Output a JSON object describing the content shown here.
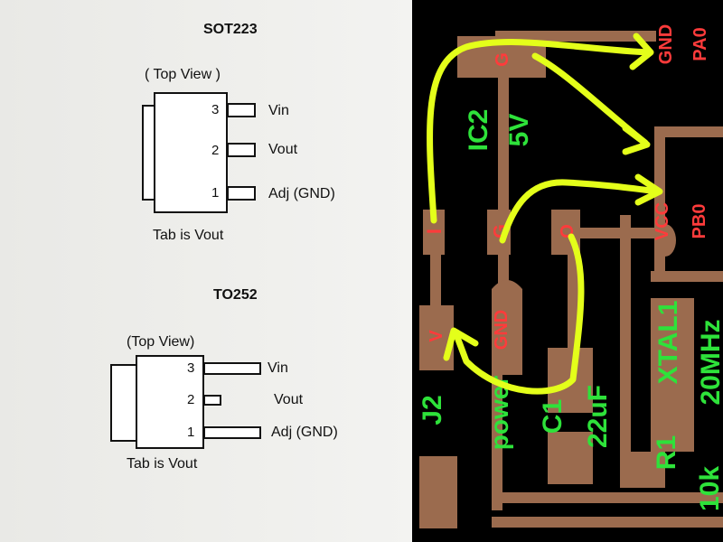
{
  "datasheet": {
    "sot223": {
      "title": "SOT223",
      "view_label": "( Top View )",
      "pins": [
        {
          "number": "3",
          "label": "Vin"
        },
        {
          "number": "2",
          "label": "Vout"
        },
        {
          "number": "1",
          "label": "Adj (GND)"
        }
      ],
      "tab_note": "Tab is Vout"
    },
    "to252": {
      "title": "TO252",
      "view_label": "(Top View)",
      "pins": [
        {
          "number": "3",
          "label": "Vin"
        },
        {
          "number": "2",
          "label": "Vout"
        },
        {
          "number": "1",
          "label": "Adj (GND)"
        }
      ],
      "tab_note": "Tab is Vout"
    }
  },
  "pcb": {
    "colors": {
      "background": "#000000",
      "copper": "#9b6b4e",
      "silkscreen": "#2ee23a",
      "pad_label": "#ff3b3b",
      "annotation": "#e4ff1a"
    },
    "ic2_pins": {
      "left": "I",
      "middle": "G",
      "right": "O",
      "tab": "G"
    },
    "j2_pins": {
      "v": "V",
      "g": "GND"
    },
    "header_labels": {
      "gnd": "GND",
      "pa0": "PA0",
      "vcc": "VCC",
      "pb0": "PB0"
    },
    "silk": {
      "ic2": "IC2",
      "ic2_value": "5V",
      "j2": "J2",
      "j2_name": "power",
      "c1": "C1",
      "c1_value": "22uF",
      "xtal1": "XTAL1",
      "xtal_value": "20MHz",
      "r1": "R1",
      "r1_value": "10k"
    }
  }
}
